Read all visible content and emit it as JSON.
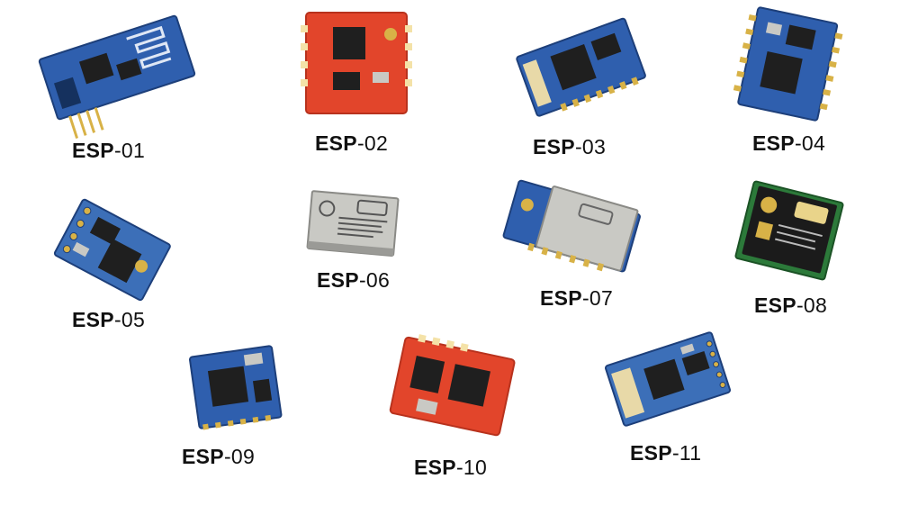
{
  "modules": [
    {
      "prefix": "ESP",
      "suffix": "-01"
    },
    {
      "prefix": "ESP",
      "suffix": "-02"
    },
    {
      "prefix": "ESP",
      "suffix": "-03"
    },
    {
      "prefix": "ESP",
      "suffix": "-04"
    },
    {
      "prefix": "ESP",
      "suffix": "-05"
    },
    {
      "prefix": "ESP",
      "suffix": "-06"
    },
    {
      "prefix": "ESP",
      "suffix": "-07"
    },
    {
      "prefix": "ESP",
      "suffix": "-08"
    },
    {
      "prefix": "ESP",
      "suffix": "-09"
    },
    {
      "prefix": "ESP",
      "suffix": "-10"
    },
    {
      "prefix": "ESP",
      "suffix": "-11"
    }
  ],
  "colors": {
    "blue_pcb": "#2f5fae",
    "red_pcb": "#e2452b",
    "chip": "#1f1f1f",
    "shield": "#c9c9c4",
    "gold": "#d8b247",
    "label": "#111111"
  }
}
